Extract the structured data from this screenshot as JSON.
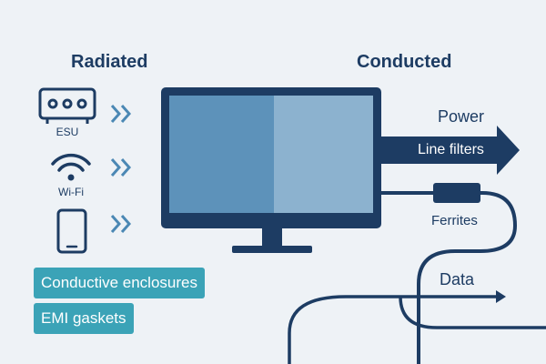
{
  "headings": {
    "radiated": "Radiated",
    "conducted": "Conducted"
  },
  "sources": [
    {
      "label": "ESU",
      "icon": "esu-device-icon"
    },
    {
      "label": "Wi-Fi",
      "icon": "wifi-icon"
    },
    {
      "label": "",
      "icon": "smartphone-icon"
    }
  ],
  "mitigations": [
    "Conductive enclosures",
    "EMI gaskets"
  ],
  "conducted": {
    "power_label": "Power",
    "line_filters_label": "Line filters",
    "ferrites_label": "Ferrites",
    "data_label": "Data"
  },
  "colors": {
    "navy": "#1d3c63",
    "teal": "#3ba3b7",
    "chevron": "#4b88b4",
    "screen_left": "#5d92ba",
    "screen_right": "#8cb2cf",
    "background": "#eef2f6"
  }
}
